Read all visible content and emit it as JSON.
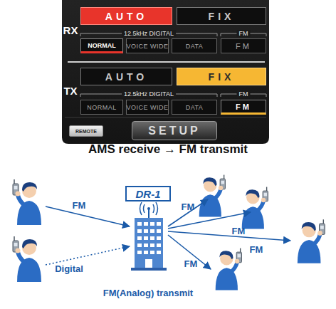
{
  "diagram": {
    "caption": "AMS receive → FM transmit",
    "nodes": [
      {
        "text": [
          "AUTO"
        ]
      },
      {
        "text": [
          "FIX"
        ]
      },
      {
        "text": [
          "NORMAL"
        ]
      },
      {
        "text": [
          "VOICE WIDE"
        ]
      },
      {
        "text": [
          "DATA"
        ]
      },
      {
        "text": [
          "FM"
        ]
      },
      {
        "text": [
          "AUTO"
        ]
      },
      {
        "text": [
          "FIX"
        ]
      },
      {
        "text": [
          "NORMAL"
        ]
      },
      {
        "text": [
          "VOICE WIDE"
        ]
      },
      {
        "text": [
          "DATA"
        ]
      },
      {
        "text": [
          "FM"
        ]
      },
      {
        "text": [
          "REMOTE"
        ]
      },
      {
        "text": [
          "SETUP"
        ]
      },
      {
        "text": [
          "DR-1"
        ]
      }
    ],
    "labels": [
      "RX",
      "12.5kHz DIGITAL",
      "FM",
      "TX",
      "12.5kHz DIGITAL",
      "FM",
      "FM",
      "Digital",
      "FM",
      "FM",
      "FM",
      "FM",
      "FM(Analog) transmit"
    ]
  }
}
